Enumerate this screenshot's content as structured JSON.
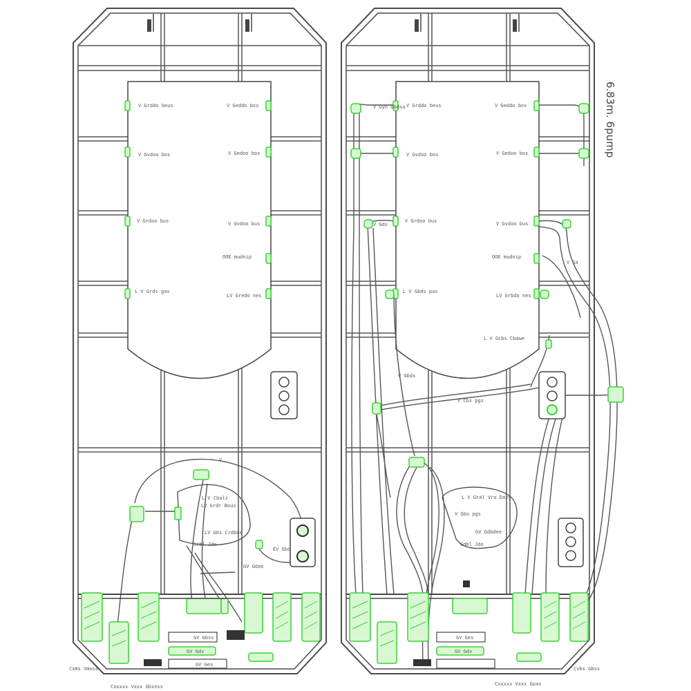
{
  "side_note": "6.83m. 6pump",
  "colors": {
    "frame": "#4a4a4a",
    "fitting_green": "#35d435",
    "fitting_fill": "#d8f8d2",
    "pipe": "#555555"
  },
  "left_plan": {
    "tank_labels": [
      "V Grddo beus",
      "V Geddo bos",
      "V Gvdoo bos",
      "V Gedoo bos",
      "V Grdoo bus",
      "V Gvdoo bus",
      "OOE mudnip",
      "L V Grds gas",
      "LV Gredo nes"
    ],
    "zone_labels": [
      "L V Cbalz",
      "LV Grdr Bous",
      "LV Gbs Crdbde",
      "Gcbl Jdo",
      "EV Gbo",
      "GV Gdee",
      "V"
    ],
    "bottom_labels": [
      "GV Gdv",
      "GV Gbss",
      "GV Ges"
    ],
    "corner_label": "Cxms Vmoss",
    "footer_label": "Coxxxx Vxxx Gbsnss"
  },
  "right_plan": {
    "tank_labels": [
      "V Grddo beus",
      "V Geddo bos",
      "V Gvdoo bos",
      "V Gedoo bos",
      "V Grdoo bus",
      "V Gvdoo bus",
      "OOE mudnip",
      "L V Gbds pas",
      "LV Grbdo nes"
    ],
    "pipe_labels": [
      "L V Gcbs Cbawe",
      "V Cbs pgs",
      "V Gbds",
      "V Gyn Gbdsa",
      "V Gds",
      "V Ga"
    ],
    "zone_labels": [
      "L V Gtal Vro Dazy",
      "V Gbo pgs",
      "GV Gdbdee",
      "Gdbl Jdo"
    ],
    "bottom_labels": [
      "GV Gdv",
      "GV Ges"
    ],
    "corner_label": "Cvbs Gbss",
    "footer_label": "Cxxxxx Vxxx Goas"
  }
}
